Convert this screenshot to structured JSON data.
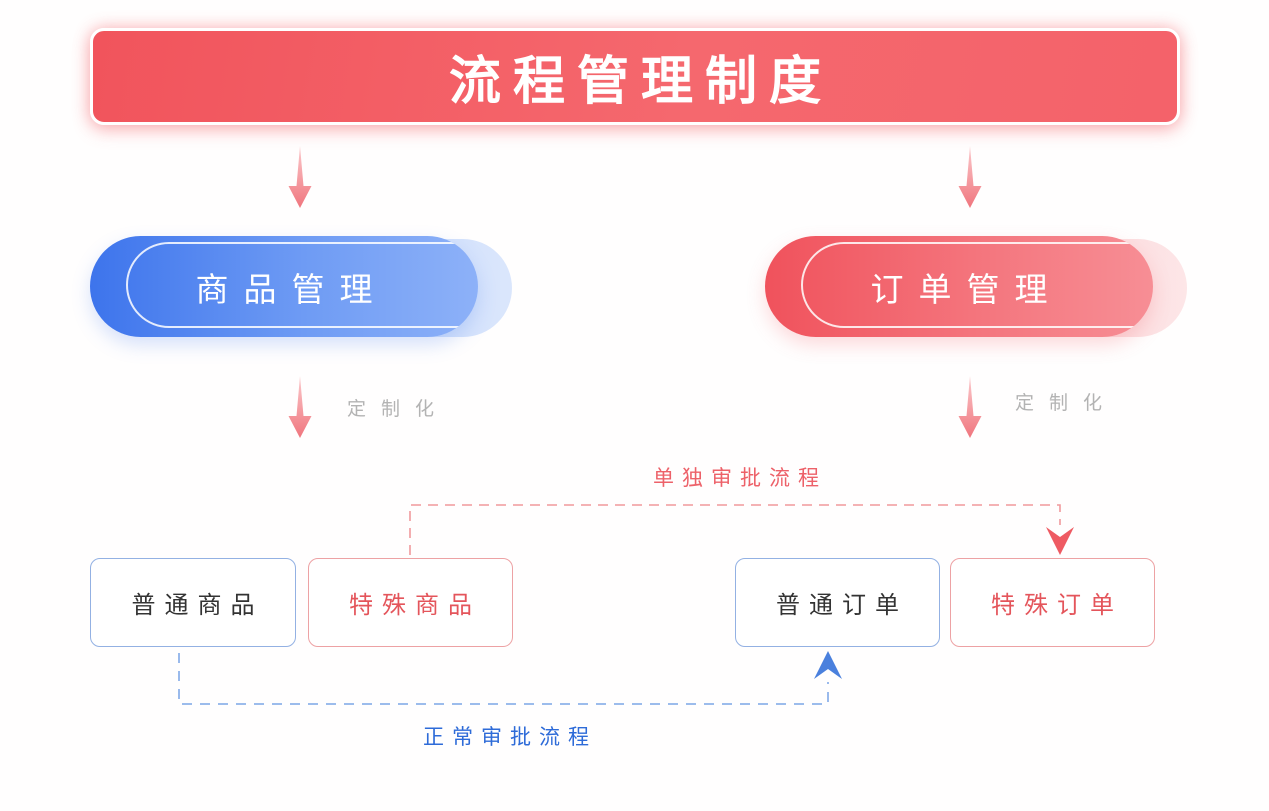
{
  "title": "流程管理制度",
  "pills": {
    "product": {
      "label": "商品管理"
    },
    "order": {
      "label": "订单管理"
    }
  },
  "arrow_labels": {
    "product_customize": "定制化",
    "order_customize": "定制化"
  },
  "boxes": {
    "normal_product": "普通商品",
    "special_product": "特殊商品",
    "normal_order": "普通订单",
    "special_order": "特殊订单"
  },
  "flow_labels": {
    "special_approval": "单独审批流程",
    "normal_approval": "正常审批流程"
  },
  "colors": {
    "banner_red": "#f1545c",
    "pill_blue_start": "#3d74ec",
    "pill_blue_end": "#8db1f8",
    "pill_red_start": "#f0525c",
    "pill_red_end": "#f78e95",
    "arrow_pink_light": "#fbc9cc",
    "arrow_pink_dark": "#f0767e",
    "dashed_red": "#f0999c",
    "dashed_blue": "#8fb3ea",
    "arrowhead_red": "#ee5a62",
    "arrowhead_blue": "#4a80dd",
    "customize_gray": "#b3b3b3",
    "flow_label_red": "#ed6169",
    "flow_label_blue": "#2e6bd8",
    "box_border_blue": "#93b1e3",
    "box_border_red": "#eda2a4",
    "box_text_dark": "#333333",
    "box_text_red": "#e4555b"
  }
}
